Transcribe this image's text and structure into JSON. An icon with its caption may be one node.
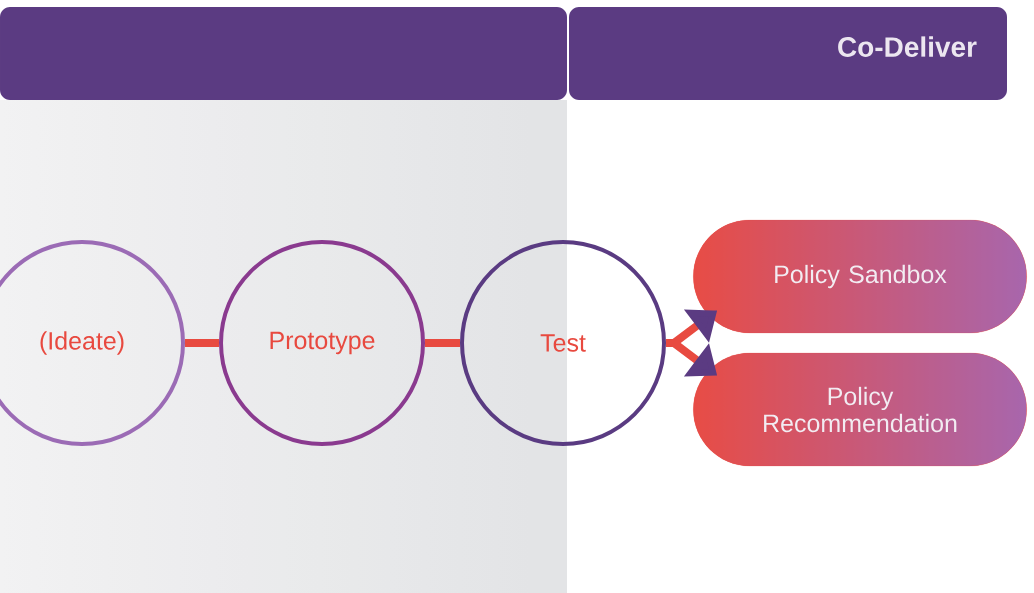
{
  "diagram": {
    "nodes": [
      {
        "text": [],
        "shape": "bar"
      },
      {
        "text": [
          "Co-Deliver"
        ]
      },
      {
        "text": [
          "(Ideate)"
        ]
      },
      {
        "text": [
          "Prototype"
        ]
      },
      {
        "text": [
          "Test"
        ]
      },
      {
        "text": [
          "Policy Sandbox"
        ]
      },
      {
        "text": [
          "Policy Recommendation"
        ]
      }
    ],
    "edges": [
      {
        "from": 2,
        "to": 3,
        "arrow": "none"
      },
      {
        "from": 3,
        "to": 4,
        "arrow": "none"
      },
      {
        "from": 4,
        "to": 5,
        "arrow": "to"
      },
      {
        "from": 4,
        "to": 6,
        "arrow": "to"
      }
    ]
  }
}
